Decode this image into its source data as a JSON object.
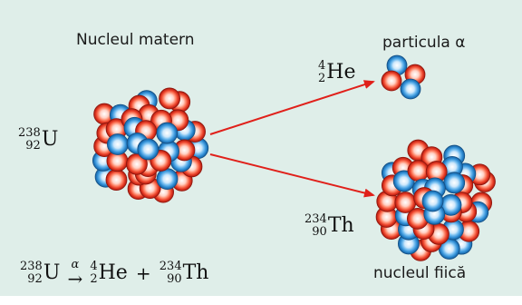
{
  "labels": {
    "parent": "Nucleul matern",
    "alpha": "particula α",
    "daughter": "nucleul fiică"
  },
  "uranium": {
    "mass": "238",
    "atomic": "92",
    "symbol": "U"
  },
  "helium": {
    "mass": "4",
    "atomic": "2",
    "symbol": "He"
  },
  "thorium": {
    "mass": "234",
    "atomic": "90",
    "symbol": "Th"
  },
  "equation": {
    "u_mass": "238",
    "u_atomic": "92",
    "u_symbol": "U",
    "arrow": "→",
    "arrow_label": "α",
    "he_mass": "4",
    "he_atomic": "2",
    "he_symbol": "He",
    "plus": "+",
    "th_mass": "234",
    "th_atomic": "90",
    "th_symbol": "Th"
  },
  "colors": {
    "background": "#dfeee9",
    "proton": "#e8402a",
    "neutron": "#2f8fd6",
    "arrow": "#e0201a"
  }
}
